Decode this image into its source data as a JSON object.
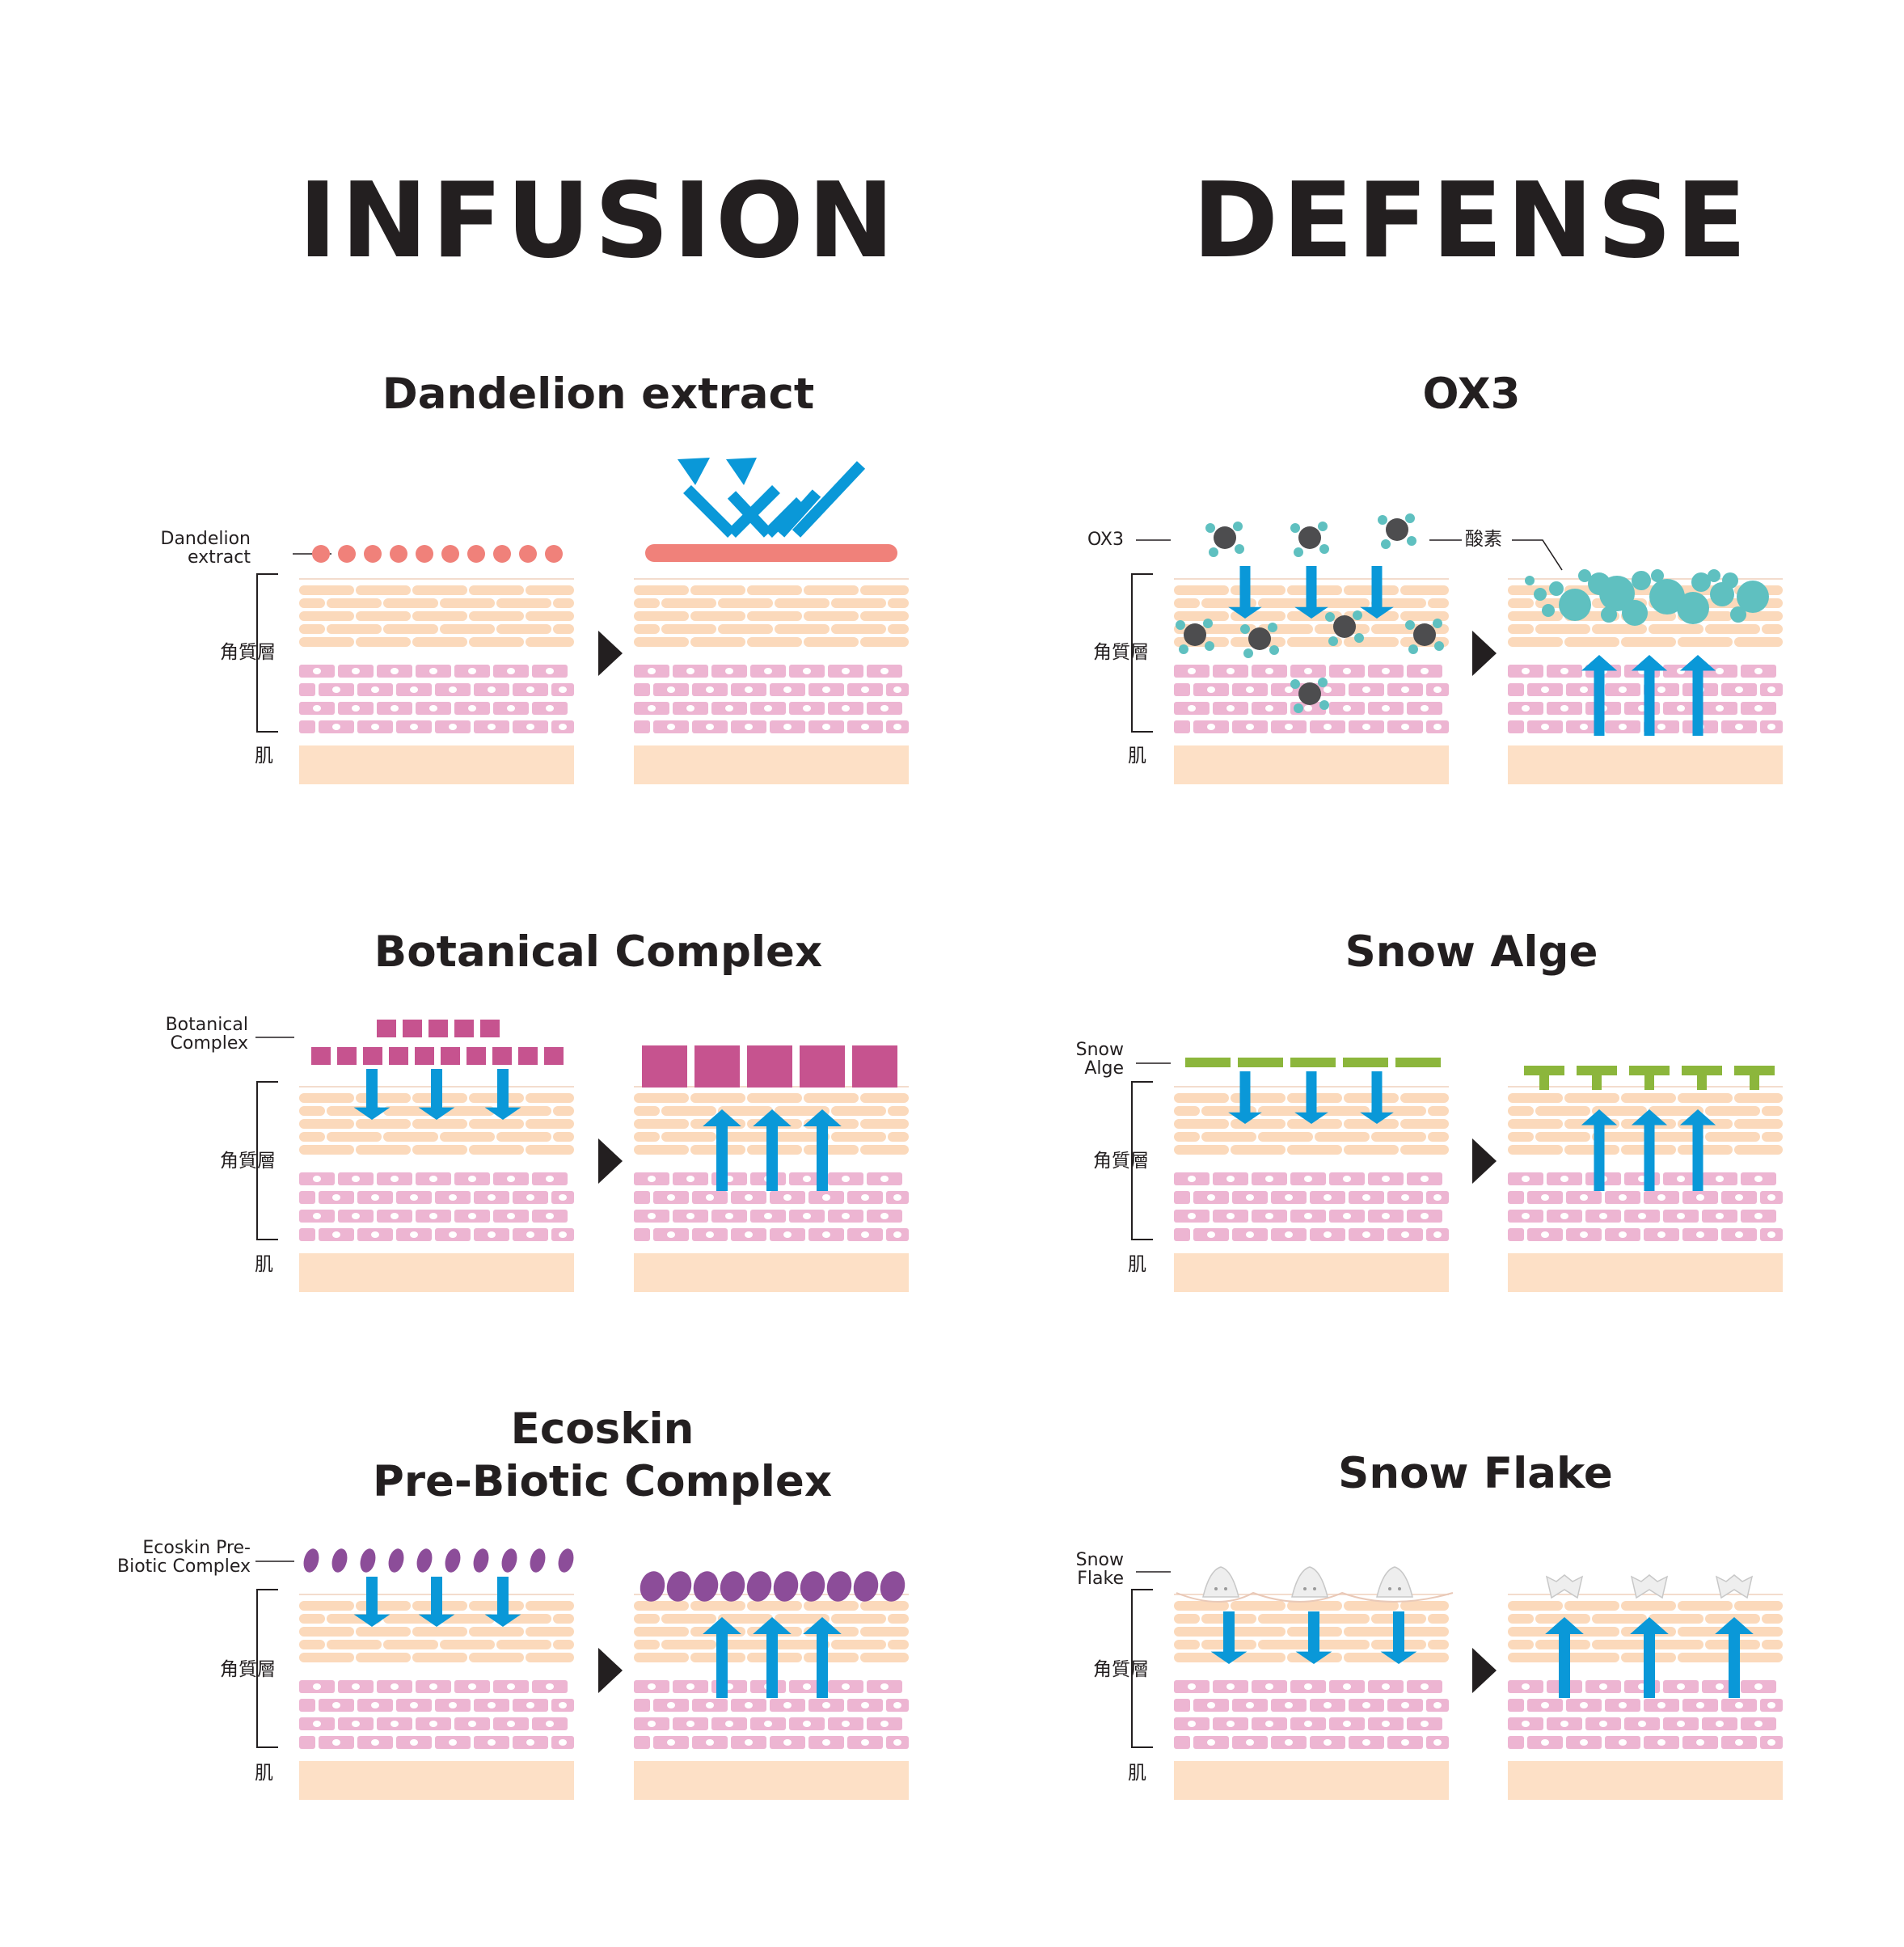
{
  "columns": {
    "infusion": "INFUSION",
    "defense": "DEFENSE"
  },
  "panels": {
    "dandelion": {
      "title": "Dandelion extract",
      "label_line1": "Dandelion",
      "label_line2": "extract",
      "layer_label": "角質層",
      "skin_label": "肌"
    },
    "botanical": {
      "title": "Botanical Complex",
      "label_line1": "Botanical",
      "label_line2": "Complex",
      "layer_label": "角質層",
      "skin_label": "肌"
    },
    "ecoskin": {
      "title_line1": "Ecoskin",
      "title_line2": "Pre-Biotic Complex",
      "label_line1": "Ecoskin Pre-",
      "label_line2": "Biotic Complex",
      "layer_label": "角質層",
      "skin_label": "肌"
    },
    "ox3": {
      "title": "OX3",
      "label": "OX3",
      "oxygen_label": "酸素",
      "layer_label": "角質層",
      "skin_label": "肌"
    },
    "snow_alge": {
      "title": "Snow Alge",
      "label_line1": "Snow",
      "label_line2": "Alge",
      "layer_label": "角質層",
      "skin_label": "肌"
    },
    "snow_flake": {
      "title": "Snow Flake",
      "label_line1": "Snow",
      "label_line2": "Flake",
      "layer_label": "角質層",
      "skin_label": "肌"
    }
  },
  "colors": {
    "arrow": "#0a98d8",
    "stratum": "#fbd9bb",
    "cells": "#edb5d2",
    "skin": "#fde0c6",
    "dandelion": "#f0817a",
    "botanical": "#c6538f",
    "ecoskin": "#8c4d99",
    "ox3_dot": "#4d4d4f",
    "oxygen": "#5fc0c0",
    "snow_alge": "#8cb63c",
    "transition_arrow": "#231f20"
  },
  "icons": {
    "transition": "play-triangle-icon",
    "penetration": "arrow-down-icon",
    "protection": "arrow-up-icon",
    "reflection": "bounce-arrow-icon",
    "snow_flake": "snow-flake-icon"
  }
}
